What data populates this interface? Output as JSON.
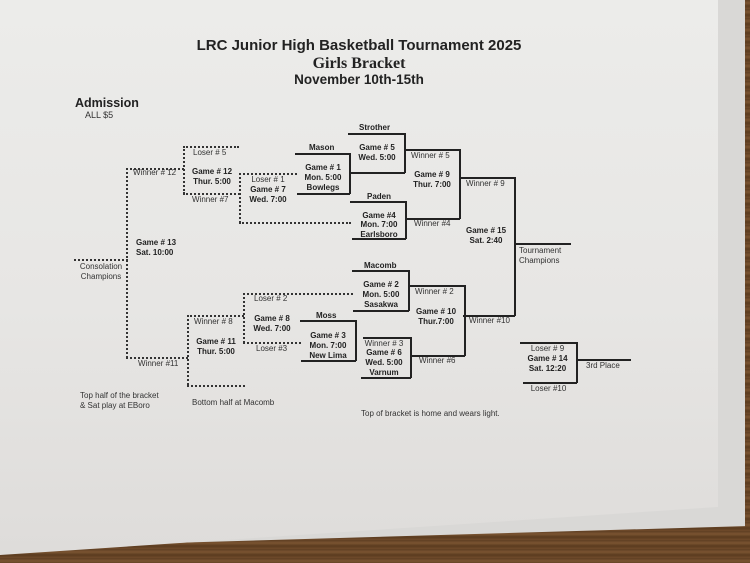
{
  "header": {
    "title": "LRC Junior High Basketball Tournament 2025",
    "subtitle": "Girls Bracket",
    "dates": "November 10th-15th"
  },
  "admission": {
    "label": "Admission",
    "price": "ALL $5"
  },
  "championship": {
    "game1": {
      "team_top": "Mason",
      "game": "Game # 1",
      "time": "Mon. 5:00",
      "team_bottom": "Bowlegs"
    },
    "game5": {
      "team_top": "Strother",
      "game": "Game # 5",
      "time": "Wed. 5:00"
    },
    "game4": {
      "team_top": "Paden",
      "game": "Game #4",
      "time": "Mon. 7:00",
      "team_bottom": "Earlsboro"
    },
    "game9": {
      "top": "Winner # 5",
      "game": "Game # 9",
      "time": "Thur. 7:00",
      "bottom": "Winner #4"
    },
    "game15": {
      "top": "Winner # 9",
      "game": "Game # 15",
      "time": "Sat. 2:40",
      "bottom": "Winner #10"
    },
    "champions": "Tournament Champions",
    "game2": {
      "team_top": "Macomb",
      "game": "Game # 2",
      "time": "Mon. 5:00",
      "team_bottom": "Sasakwa"
    },
    "game10": {
      "top": "Winner # 2",
      "game": "Game # 10",
      "time": "Thur.7:00",
      "bottom": "Winner #6"
    },
    "game3": {
      "team_top": "Moss",
      "game": "Game # 3",
      "time": "Mon. 7:00",
      "team_bottom": "New Lima"
    },
    "game6": {
      "top": "Winner # 3",
      "game": "Game # 6",
      "time": "Wed. 5:00",
      "team_bottom": "Varnum"
    }
  },
  "consolation": {
    "game7": {
      "top": "Loser # 1",
      "game": "Game # 7",
      "time": "Wed. 7:00"
    },
    "game12": {
      "top": "Loser # 5",
      "game": "Game # 12",
      "time": "Thur. 5:00",
      "bottom": "Winner #7"
    },
    "game13": {
      "top": "Winner # 12",
      "game": "Game # 13",
      "time": "Sat. 10:00",
      "bottom": "Winner #11"
    },
    "champions": "Consolation Champions",
    "game8": {
      "top": "Loser # 2",
      "game": "Game # 8",
      "time": "Wed. 7:00",
      "bottom": "Loser #3"
    },
    "game11": {
      "top": "Winner # 8",
      "game": "Game # 11",
      "time": "Thur. 5:00"
    }
  },
  "third_place": {
    "game14": {
      "top": "Loser # 9",
      "game": "Game # 14",
      "time": "Sat. 12:20",
      "bottom": "Loser #10"
    },
    "label": "3rd Place"
  },
  "notes": {
    "top_half": "Top half of the bracket",
    "top_half_2": "& Sat play at EBoro",
    "bottom_half": "Bottom half at Macomb",
    "home": "Top of bracket is home and wears light."
  }
}
